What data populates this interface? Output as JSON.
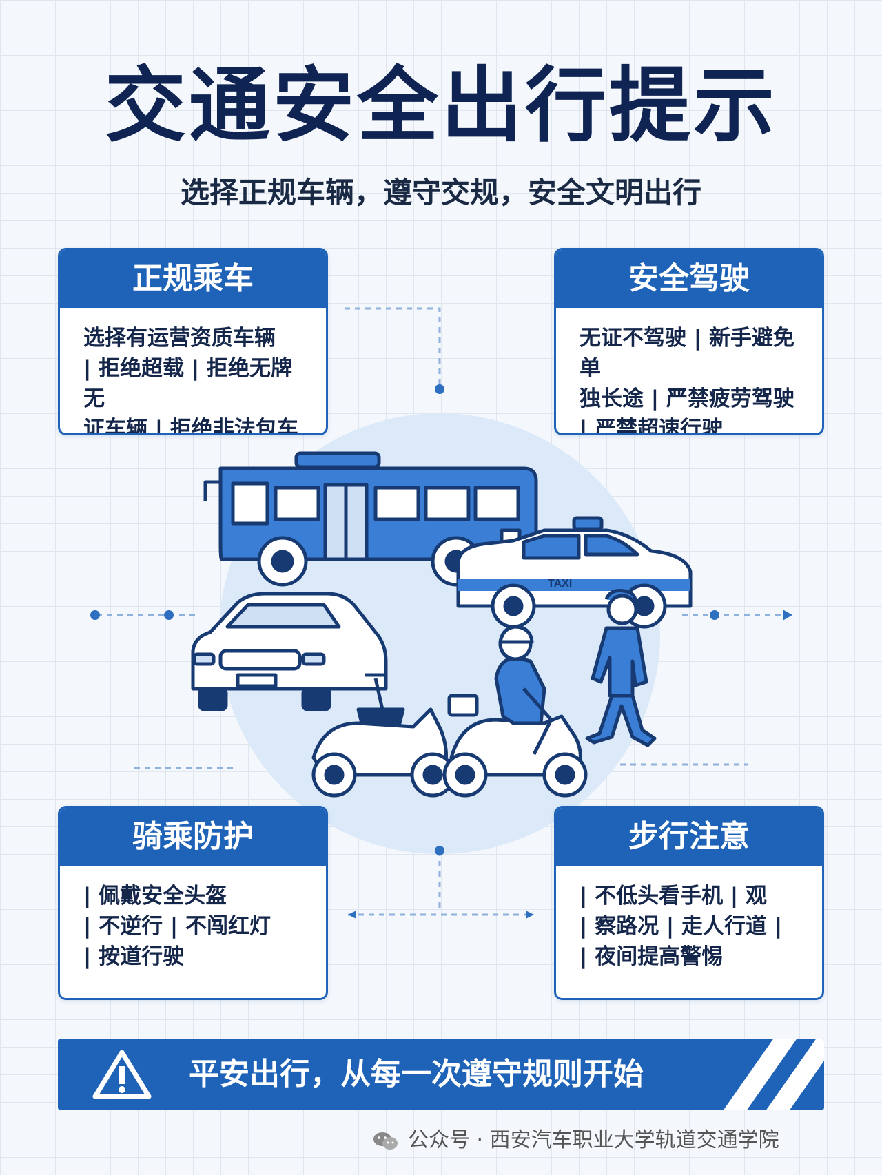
{
  "title": "交通安全出行提示",
  "subtitle": "选择正规车辆，遵守交规，安全文明出行",
  "cards": {
    "ride": {
      "title": "正规乘车",
      "lines": [
        "选择有运营资质车辆",
        "| 拒绝超载 | 拒绝无牌无",
        "证车辆 | 拒绝非法包车"
      ]
    },
    "drive": {
      "title": "安全驾驶",
      "lines": [
        "无证不驾驶 | 新手避免单",
        "独长途 | 严禁疲劳驾驶",
        "| 严禁超速行驶"
      ]
    },
    "cycle": {
      "title": "骑乘防护",
      "lines": [
        "| 佩戴安全头盔",
        "| 不逆行 | 不闯红灯",
        "| 按道行驶"
      ]
    },
    "walk": {
      "title": "步行注意",
      "lines": [
        "| 不低头看手机 | 观",
        "| 察路况 | 走人行道 |",
        "| 夜间提高警惕"
      ]
    }
  },
  "taxi_label": "TAXI",
  "banner": {
    "text": "平安出行，从每一次遵守规则开始",
    "icon": "warning-triangle-icon"
  },
  "footer": {
    "icon": "wechat-icon",
    "text": "公众号 · 西安汽车职业大学轨道交通学院"
  },
  "colors": {
    "primary": "#1f63b8",
    "dark_navy": "#0f2452",
    "light_blue": "#dbe9f8",
    "vehicle_blue": "#3a7fd5"
  }
}
